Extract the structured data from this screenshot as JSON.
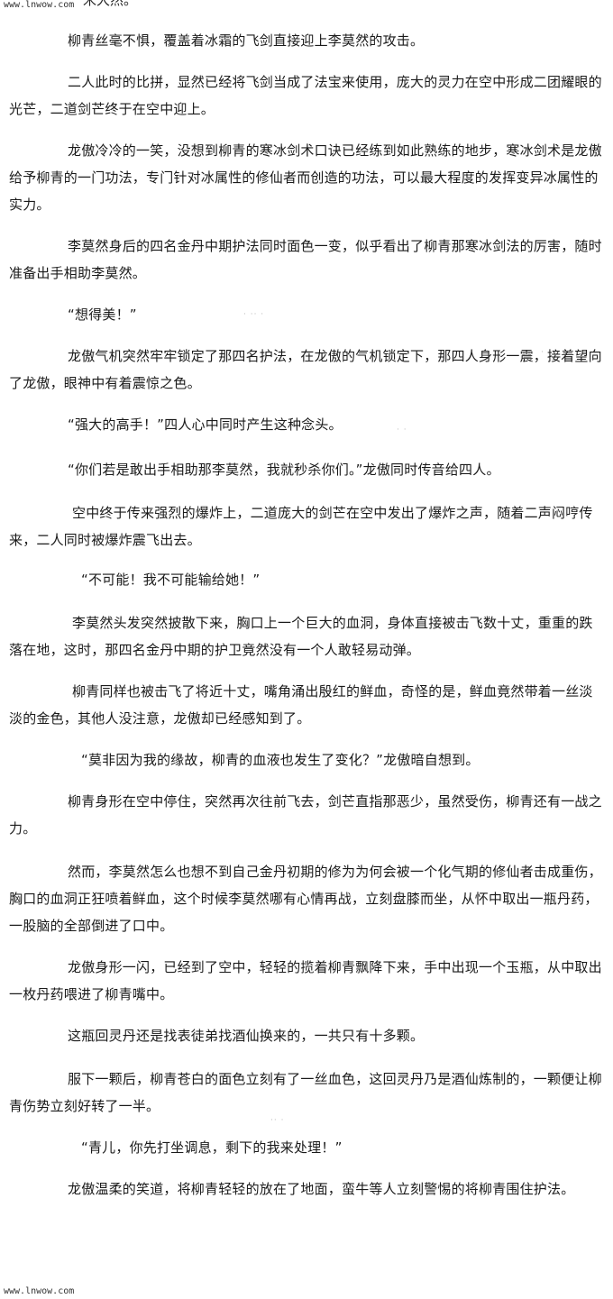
{
  "watermark": {
    "top": "www.lnwow.com",
    "bottom": "www.lnwow.com"
  },
  "top_fragment": "宋大然。",
  "paragraphs": [
    "柳青丝毫不惧，覆盖着冰霜的飞剑直接迎上李莫然的攻击。",
    "二人此时的比拼，显然已经将飞剑当成了法宝来使用，庞大的灵力在空中形成二团耀眼的光芒，二道剑芒终于在空中迎上。",
    "龙傲冷冷的一笑，没想到柳青的寒冰剑术口诀已经练到如此熟练的地步，寒冰剑术是龙傲给予柳青的一门功法，专门针对冰属性的修仙者而创造的功法，可以最大程度的发挥变异冰属性的实力。",
    "李莫然身后的四名金丹中期护法同时面色一变，似乎看出了柳青那寒冰剑法的厉害，随时准备出手相助李莫然。",
    "“想得美！”",
    "龙傲气机突然牢牢锁定了那四名护法，在龙傲的气机锁定下，那四人身形一震，接着望向了龙傲，眼神中有着震惊之色。",
    "“强大的高手！”四人心中同时产生这种念头。",
    "“你们若是敢出手相助那李莫然，我就秒杀你们。”龙傲同时传音给四人。",
    "空中终于传来强烈的爆炸上，二道庞大的剑芒在空中发出了爆炸之声，随着二声闷哼传来，二人同时被爆炸震飞出去。",
    "“不可能！我不可能输给她！”",
    "李莫然头发突然披散下来，胸口上一个巨大的血洞，身体直接被击飞数十丈，重重的跌落在地，这时，那四名金丹中期的护卫竟然没有一个人敢轻易动弹。",
    "柳青同样也被击飞了将近十丈，嘴角涌出殷红的鲜血，奇怪的是，鲜血竟然带着一丝淡淡的金色，其他人没注意，龙傲却已经感知到了。",
    "“莫非因为我的缘故，柳青的血液也发生了变化？”龙傲暗自想到。",
    "柳青身形在空中停住，突然再次往前飞去，剑芒直指那恶少，虽然受伤，柳青还有一战之力。",
    "然而，李莫然怎么也想不到自己金丹初期的修为为何会被一个化气期的修仙者击成重伤，胸口的血洞正狂喷着鲜血，这个时候李莫然哪有心情再战，立刻盘膝而坐，从怀中取出一瓶丹药，一股脑的全部倒进了口中。",
    "龙傲身形一闪，已经到了空中，轻轻的揽着柳青飘降下来，手中出现一个玉瓶，从中取出一枚丹药喂进了柳青嘴中。",
    "这瓶回灵丹还是找表徒弟找酒仙换来的，一共只有十多颗。",
    "服下一颗后，柳青苍白的面色立刻有了一丝血色，这回灵丹乃是酒仙炼制的，一颗便让柳青伤势立刻好转了一半。",
    "“青儿，你先打坐调息，剩下的我来处理！”",
    "龙傲温柔的笑道，将柳青轻轻的放在了地面，蛮牛等人立刻警惕的将柳青围住护法。"
  ]
}
